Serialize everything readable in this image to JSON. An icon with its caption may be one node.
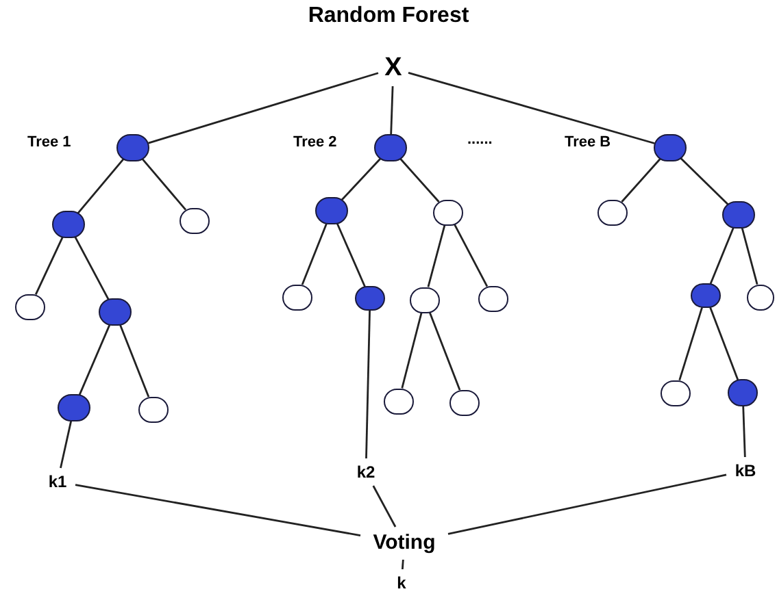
{
  "diagram": {
    "title": "Random Forest",
    "nodes": [
      {
        "text": [
          "X"
        ]
      },
      {
        "text": [],
        "shape": "circle",
        "beside": [
          "Tree 1"
        ]
      },
      {
        "text": [],
        "shape": "circle"
      },
      {
        "text": [],
        "shape": "circle"
      },
      {
        "text": [],
        "shape": "circle"
      },
      {
        "text": [],
        "shape": "circle"
      },
      {
        "text": [],
        "shape": "circle"
      },
      {
        "text": [],
        "shape": "circle"
      },
      {
        "text": [],
        "shape": "circle",
        "beside": [
          "Tree 2"
        ]
      },
      {
        "text": [],
        "shape": "circle"
      },
      {
        "text": [],
        "shape": "circle"
      },
      {
        "text": [],
        "shape": "circle"
      },
      {
        "text": [],
        "shape": "circle"
      },
      {
        "text": [],
        "shape": "circle"
      },
      {
        "text": [],
        "shape": "circle"
      },
      {
        "text": [],
        "shape": "circle"
      },
      {
        "text": [],
        "shape": "circle"
      },
      {
        "text": [],
        "shape": "circle",
        "beside": [
          "Tree B"
        ]
      },
      {
        "text": [],
        "shape": "circle"
      },
      {
        "text": [],
        "shape": "circle"
      },
      {
        "text": [],
        "shape": "circle"
      },
      {
        "text": [],
        "shape": "circle"
      },
      {
        "text": [],
        "shape": "circle"
      },
      {
        "text": [],
        "shape": "circle"
      },
      {
        "text": [
          "k1"
        ]
      },
      {
        "text": [
          "k2"
        ]
      },
      {
        "text": [
          "kB"
        ]
      },
      {
        "text": [
          "Voting"
        ]
      },
      {
        "text": [
          "k"
        ]
      }
    ],
    "edges": [
      {
        "from": 0,
        "to": 1,
        "arrow": "none"
      },
      {
        "from": 0,
        "to": 8,
        "arrow": "none"
      },
      {
        "from": 0,
        "to": 17,
        "arrow": "none"
      },
      {
        "from": 1,
        "to": 2,
        "arrow": "none"
      },
      {
        "from": 1,
        "to": 3,
        "arrow": "none"
      },
      {
        "from": 2,
        "to": 4,
        "arrow": "none"
      },
      {
        "from": 2,
        "to": 5,
        "arrow": "none"
      },
      {
        "from": 5,
        "to": 6,
        "arrow": "none"
      },
      {
        "from": 5,
        "to": 7,
        "arrow": "none"
      },
      {
        "from": 8,
        "to": 9,
        "arrow": "none"
      },
      {
        "from": 8,
        "to": 10,
        "arrow": "none"
      },
      {
        "from": 9,
        "to": 11,
        "arrow": "none"
      },
      {
        "from": 9,
        "to": 12,
        "arrow": "none"
      },
      {
        "from": 10,
        "to": 13,
        "arrow": "none"
      },
      {
        "from": 10,
        "to": 14,
        "arrow": "none"
      },
      {
        "from": 13,
        "to": 15,
        "arrow": "none"
      },
      {
        "from": 13,
        "to": 16,
        "arrow": "none"
      },
      {
        "from": 17,
        "to": 18,
        "arrow": "none"
      },
      {
        "from": 17,
        "to": 19,
        "arrow": "none"
      },
      {
        "from": 19,
        "to": 20,
        "arrow": "none"
      },
      {
        "from": 19,
        "to": 21,
        "arrow": "none"
      },
      {
        "from": 20,
        "to": 22,
        "arrow": "none"
      },
      {
        "from": 20,
        "to": 23,
        "arrow": "none"
      },
      {
        "from": 6,
        "to": 24,
        "arrow": "none"
      },
      {
        "from": 12,
        "to": 25,
        "arrow": "none"
      },
      {
        "from": 23,
        "to": 26,
        "arrow": "none"
      },
      {
        "from": 24,
        "to": 27,
        "arrow": "none"
      },
      {
        "from": 25,
        "to": 27,
        "arrow": "none"
      },
      {
        "from": 26,
        "to": 27,
        "arrow": "none"
      },
      {
        "from": 27,
        "to": 28,
        "arrow": "none"
      }
    ],
    "labels": [
      "......"
    ]
  }
}
